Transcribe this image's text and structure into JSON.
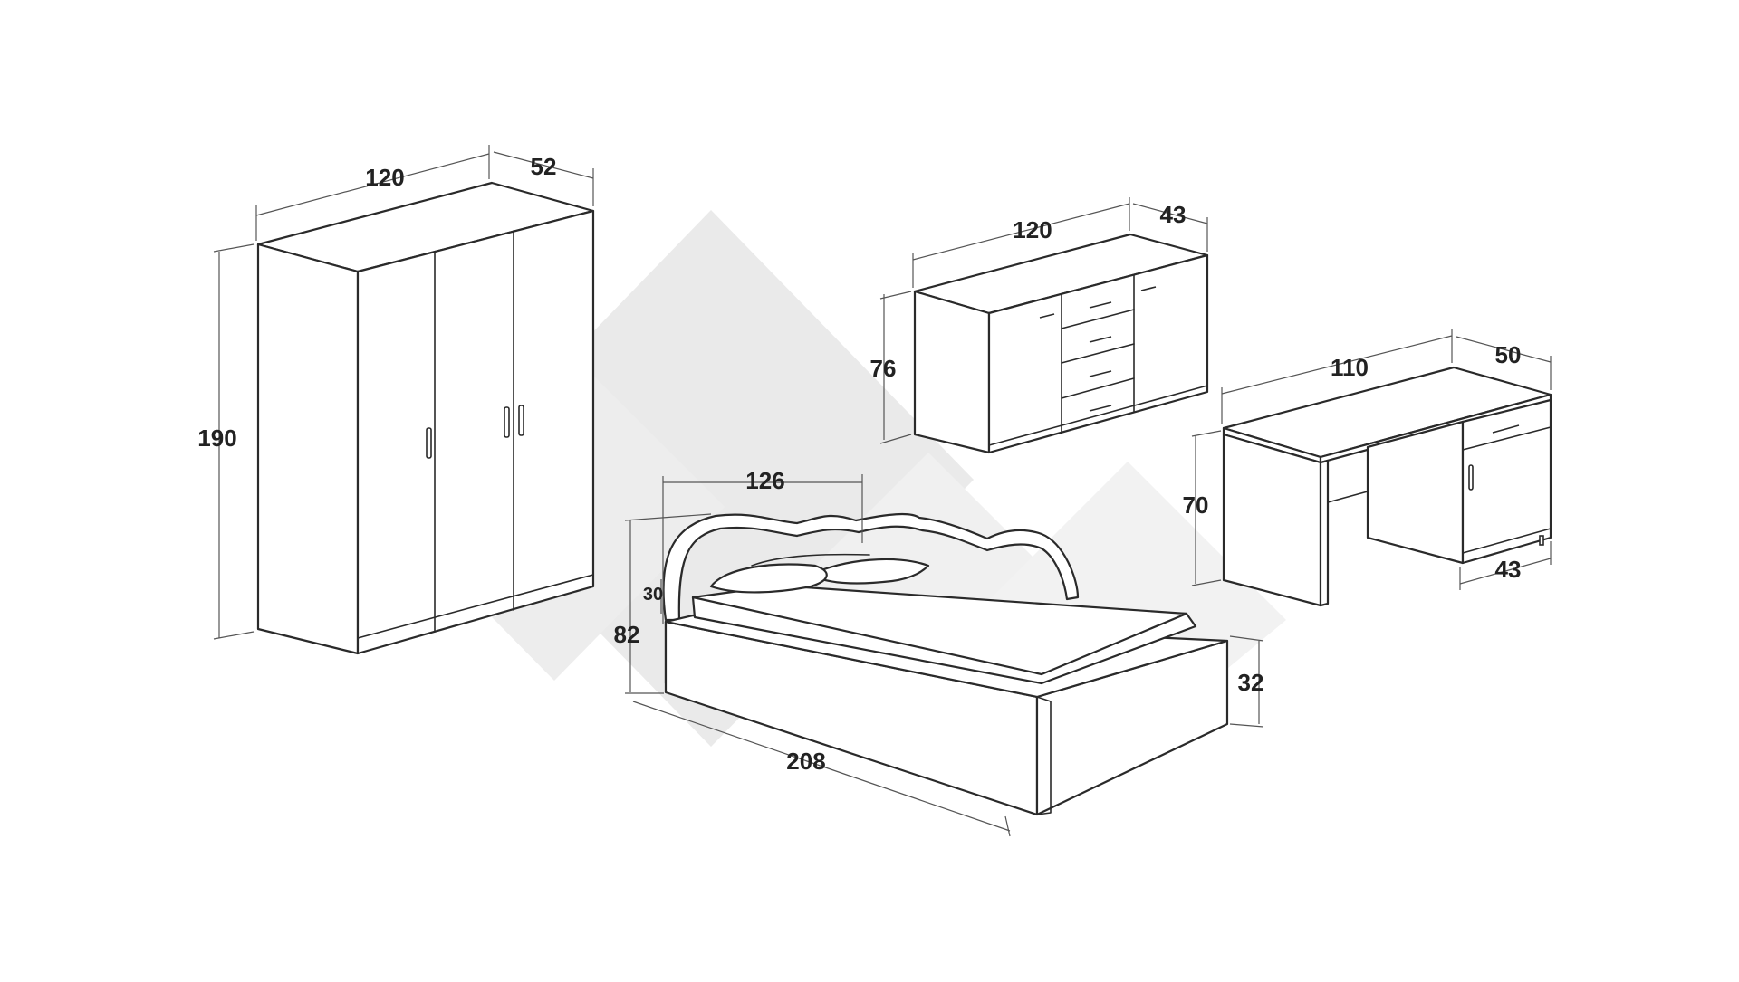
{
  "watermark_color": "#e6e6e6",
  "line_color": "#2a2a2a",
  "dimensions": {
    "wardrobe": {
      "width": "120",
      "depth": "52",
      "height": "190"
    },
    "sideboard": {
      "width": "120",
      "depth": "43",
      "height": "76"
    },
    "desk": {
      "width": "110",
      "depth": "50",
      "height": "70",
      "cabinet_depth": "43"
    },
    "bed": {
      "headboard_width": "126",
      "length": "208",
      "headboard_height": "82",
      "headboard_offset": "30",
      "base_height": "32"
    }
  }
}
